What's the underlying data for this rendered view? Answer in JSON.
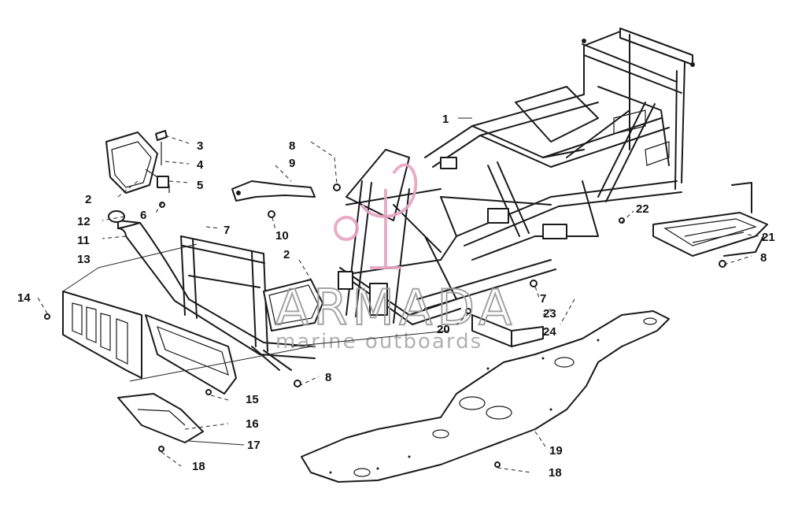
{
  "watermark": {
    "title": "ARMADA",
    "subtitle": "marine outboards",
    "logo_color": "#e6a3c3",
    "text_color": "#9a9a9a"
  },
  "callouts": [
    {
      "id": "c1",
      "label": "1"
    },
    {
      "id": "c2a",
      "label": "2"
    },
    {
      "id": "c2b",
      "label": "2"
    },
    {
      "id": "c3",
      "label": "3"
    },
    {
      "id": "c4",
      "label": "4"
    },
    {
      "id": "c5",
      "label": "5"
    },
    {
      "id": "c6",
      "label": "6"
    },
    {
      "id": "c7a",
      "label": "7"
    },
    {
      "id": "c7b",
      "label": "7"
    },
    {
      "id": "c8a",
      "label": "8"
    },
    {
      "id": "c9",
      "label": "9"
    },
    {
      "id": "c10",
      "label": "10"
    },
    {
      "id": "c8b",
      "label": "8"
    },
    {
      "id": "c8c",
      "label": "8"
    },
    {
      "id": "c11",
      "label": "11"
    },
    {
      "id": "c12",
      "label": "12"
    },
    {
      "id": "c13",
      "label": "13"
    },
    {
      "id": "c14",
      "label": "14"
    },
    {
      "id": "c15",
      "label": "15"
    },
    {
      "id": "c16",
      "label": "16"
    },
    {
      "id": "c17",
      "label": "17"
    },
    {
      "id": "c18a",
      "label": "18"
    },
    {
      "id": "c18b",
      "label": "18"
    },
    {
      "id": "c19",
      "label": "19"
    },
    {
      "id": "c20",
      "label": "20"
    },
    {
      "id": "c21",
      "label": "21"
    },
    {
      "id": "c22",
      "label": "22"
    },
    {
      "id": "c23",
      "label": "23"
    },
    {
      "id": "c24",
      "label": "24"
    }
  ]
}
